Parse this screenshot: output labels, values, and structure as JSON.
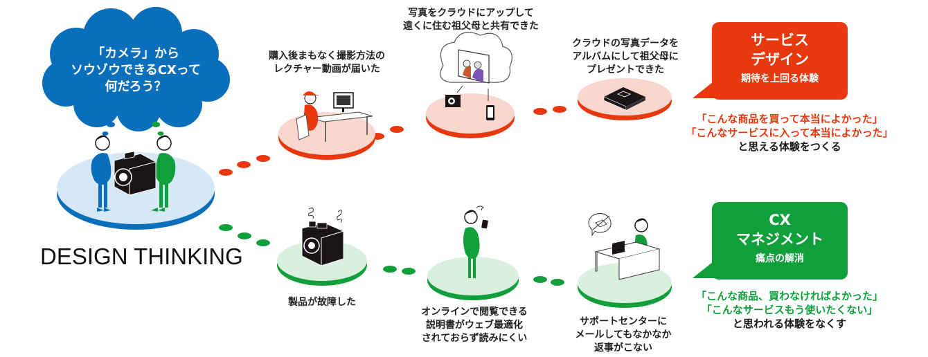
{
  "colors": {
    "blue": "#0a6fbb",
    "blue_light": "#d6e8f6",
    "red": "#e8380d",
    "red_light": "#f9d7cf",
    "green": "#109f3a",
    "green_light": "#d8f0dd",
    "ink": "#1a1a1a"
  },
  "thought_cloud": {
    "lines": [
      "「カメラ」から",
      "ソウゾウできるCXって",
      "何だろう？"
    ]
  },
  "design_thinking_label": "DESIGN THINKING",
  "service_design_path": {
    "steps": [
      {
        "icon": "person-at-computer-icon",
        "caption": [
          "購入後まもなく撮影方法の",
          "レクチャー動画が届いた"
        ]
      },
      {
        "icon": "cloud-photo-share-icon",
        "caption": [
          "写真をクラウドにアップして",
          "遠くに住む祖父母と共有できた"
        ]
      },
      {
        "icon": "photo-album-icon",
        "caption": [
          "クラウドの写真データを",
          "アルバムにして祖父母に",
          "プレゼントできた"
        ]
      }
    ],
    "callout": {
      "title": [
        "サービス",
        "デザイン"
      ],
      "subtitle": "期待を上回る体験"
    },
    "quotes": [
      "「こんな商品を買って本当によかった」",
      "「こんなサービスに入って本当によかった」"
    ],
    "summary": "と思える体験をつくる"
  },
  "cx_management_path": {
    "steps": [
      {
        "icon": "broken-camera-icon",
        "caption": [
          "製品が故障した"
        ]
      },
      {
        "icon": "confused-person-phone-icon",
        "caption": [
          "オンラインで閲覧できる",
          "説明書がウェブ最適化",
          "されておらず読みにくい"
        ]
      },
      {
        "icon": "person-no-email-reply-icon",
        "caption": [
          "サポートセンターに",
          "メールしてもなかなか",
          "返事がこない"
        ]
      }
    ],
    "callout": {
      "title": [
        "CX",
        "マネジメント"
      ],
      "subtitle": "痛点の解消"
    },
    "quotes": [
      "「こんな商品、買わなければよかった」",
      "「こんなサービスもう使いたくない」"
    ],
    "summary": "と思われる体験をなくす"
  }
}
